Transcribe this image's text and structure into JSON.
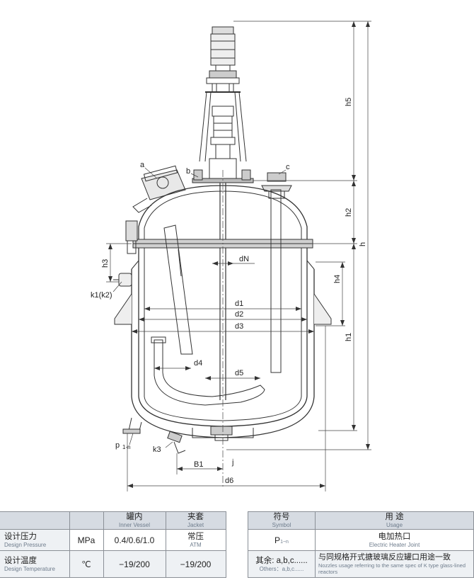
{
  "diagram": {
    "labels": {
      "a": "a",
      "b": "b",
      "c": "c",
      "h5": "h5",
      "h2": "h2",
      "h": "h",
      "h3": "h3",
      "h4": "h4",
      "h1": "h1",
      "dN": "dN",
      "d1": "d1",
      "d2": "d2",
      "d3": "d3",
      "d4": "d4",
      "d5": "d5",
      "d6": "d6",
      "k1k2": "k1(k2)",
      "p": "p",
      "p_sub": "1-n",
      "k3": "k3",
      "B1": "B1",
      "j": "j"
    }
  },
  "spec_table": {
    "col_inner": {
      "zh": "罐内",
      "en": "Inner Vessel"
    },
    "col_jacket": {
      "zh": "夹套",
      "en": "Jacket"
    },
    "rows": [
      {
        "zh": "设计压力",
        "en": "Design Pressure",
        "unit": "MPa",
        "inner": "0.4/0.6/1.0",
        "jacket_zh": "常压",
        "jacket_en": "ATM"
      },
      {
        "zh": "设计温度",
        "en": "Design Temperature",
        "unit": "℃",
        "inner": "−19/200",
        "jacket": "−19/200"
      }
    ]
  },
  "nozzle_table": {
    "col_symbol": {
      "zh": "符号",
      "en": "Symbol"
    },
    "col_usage": {
      "zh": "用 途",
      "en": "Usage"
    },
    "row1": {
      "symbol": "P",
      "symbol_sub": "1~n",
      "usage_zh": "电加热口",
      "usage_en": "Electric Heater Joint"
    },
    "row2": {
      "symbol_zh": "其余: a,b,c......",
      "symbol_en": "Others：a,b,c......",
      "usage_zh": "与同规格开式搪玻璃反应罐口用途一致",
      "usage_en": "Nozzles usage referring to the same spec of K type glass-lined reactors"
    }
  }
}
